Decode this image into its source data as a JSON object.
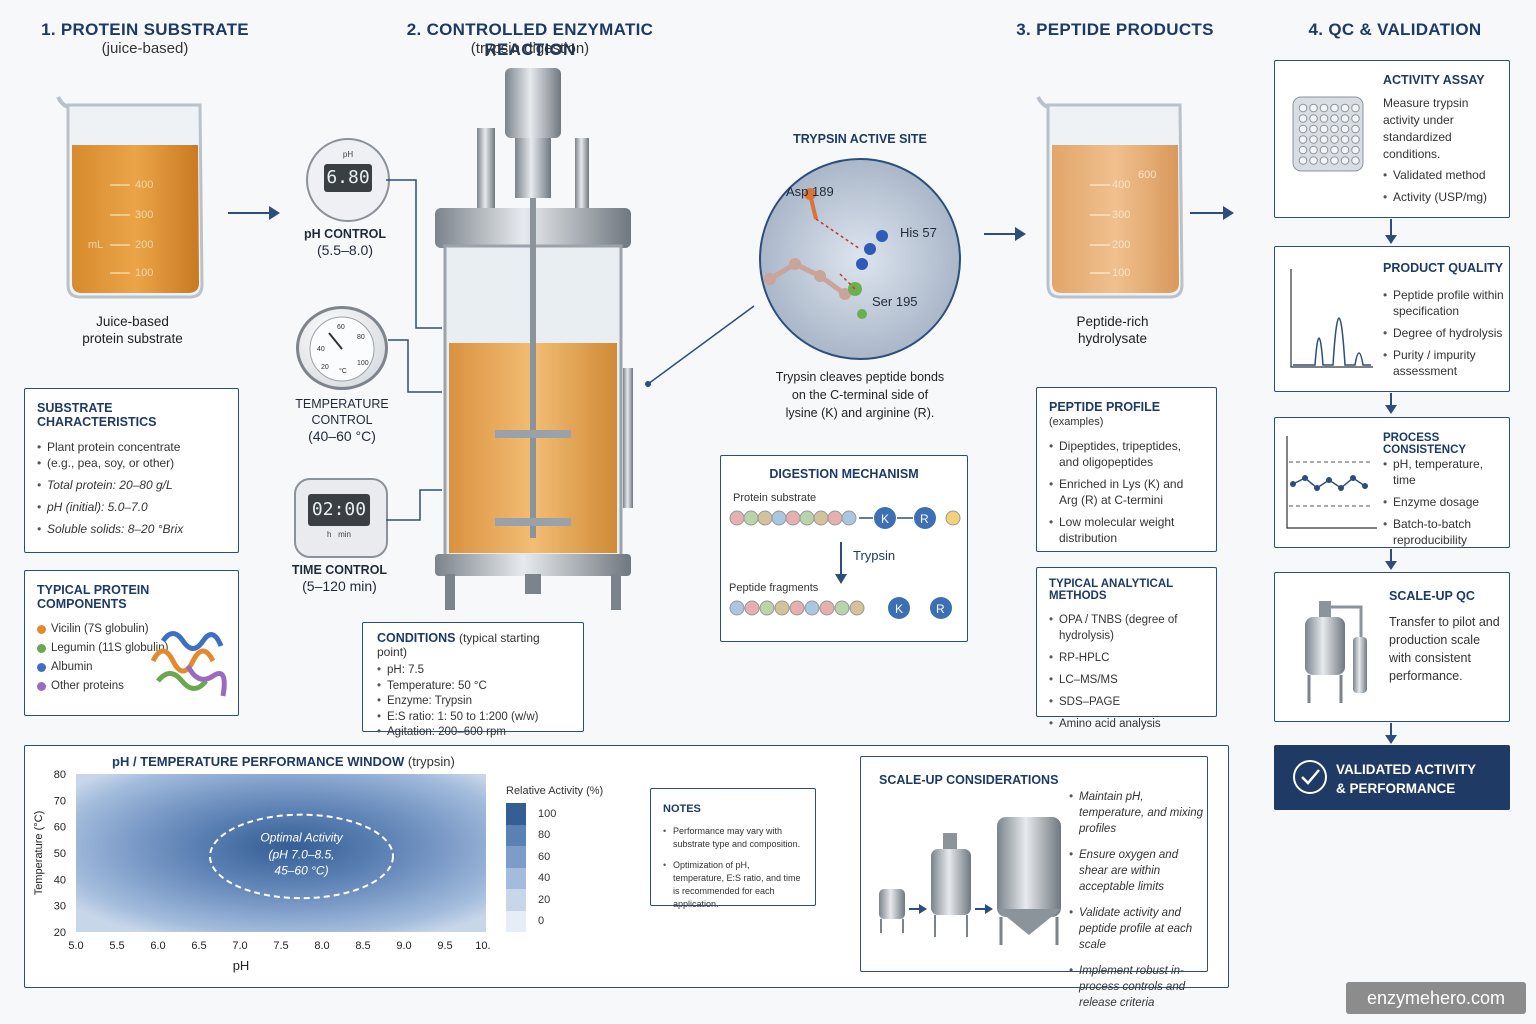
{
  "stage1": {
    "title": "1. PROTEIN SUBSTRATE",
    "subtitle": "(juice-based)",
    "caption1": "Juice-based",
    "caption2": "protein substrate",
    "beaker_unit": "mL",
    "beaker_marks": [
      "400",
      "300",
      "200",
      "100"
    ]
  },
  "stage2": {
    "title": "2. CONTROLLED ENZYMATIC REACTION",
    "subtitle": "(trypsin digestion)"
  },
  "stage3": {
    "title": "3. PEPTIDE PRODUCTS",
    "caption1": "Peptide-rich",
    "caption2": "hydrolysate",
    "beaker_marks": [
      "600",
      "400",
      "300",
      "200",
      "100"
    ]
  },
  "stage4": {
    "title": "4. QC & VALIDATION"
  },
  "ph_control": {
    "display_label": "pH",
    "display": "6.80",
    "label": "pH CONTROL",
    "range": "(5.5–8.0)"
  },
  "temp_control": {
    "label1": "TEMPERATURE",
    "label2": "CONTROL",
    "range": "(40–60 °C)",
    "dial": [
      "60",
      "40",
      "80",
      "20",
      "100",
      "°C"
    ]
  },
  "time_control": {
    "display": "02:00",
    "units": "h   min",
    "label": "TIME CONTROL",
    "range": "(5–120 min)"
  },
  "substrate": {
    "title": "SUBSTRATE CHARACTERISTICS",
    "items": [
      "Plant protein concentrate",
      "(e.g., pea, soy, or other)",
      "Total protein: 20–80 g/L",
      "pH (initial): 5.0–7.0",
      "Soluble solids: 8–20 °Brix"
    ]
  },
  "components": {
    "title": "TYPICAL PROTEIN COMPONENTS",
    "items": [
      {
        "label": "Vicilin (7S globulin)",
        "color": "#e38b2c"
      },
      {
        "label": "Legumin (11S globulin)",
        "color": "#6aa84f"
      },
      {
        "label": "Albumin",
        "color": "#3d6fc2"
      },
      {
        "label": "Other proteins",
        "color": "#9b6bc0"
      }
    ]
  },
  "conditions": {
    "title": "CONDITIONS",
    "title_note": "(typical starting point)",
    "items": [
      "pH: 7.5",
      "Temperature: 50 °C",
      "Enzyme: Trypsin",
      "E:S ratio: 1: 50 to 1:200 (w/w)",
      "Agitation: 200–600 rpm"
    ]
  },
  "active_site": {
    "title": "TRYPSIN ACTIVE SITE",
    "asp": "Asp 189",
    "his": "His 57",
    "ser": "Ser 195",
    "caption": [
      "Trypsin cleaves peptide bonds",
      "on the C-terminal side of",
      "lysine (K) and arginine (R)."
    ]
  },
  "mechanism": {
    "title": "DIGESTION MECHANISM",
    "substrate_label": "Protein substrate",
    "enzyme": "Trypsin",
    "fragments_label": "Peptide fragments",
    "k": "K",
    "r": "R"
  },
  "peptide_profile": {
    "title": "PEPTIDE PROFILE",
    "title_note": "(examples)",
    "items": [
      "Dipeptides, tripeptides, and oligopeptides",
      "Enriched in Lys (K) and Arg (R) at C-termini",
      "Low molecular weight distribution"
    ]
  },
  "methods": {
    "title": "TYPICAL ANALYTICAL METHODS",
    "items": [
      "OPA / TNBS (degree of hydrolysis)",
      "RP-HPLC",
      "LC–MS/MS",
      "SDS–PAGE",
      "Amino acid analysis"
    ]
  },
  "activity_assay": {
    "title": "ACTIVITY ASSAY",
    "text": "Measure trypsin activity under standardized conditions.",
    "items": [
      "Validated method",
      "Activity (USP/mg)"
    ]
  },
  "product_quality": {
    "title": "PRODUCT QUALITY",
    "items": [
      "Peptide profile within specification",
      "Degree of hydrolysis",
      "Purity / impurity assessment"
    ]
  },
  "process_consistency": {
    "title": "PROCESS CONSISTENCY",
    "items": [
      "pH, temperature, time",
      "Enzyme dosage",
      "Batch-to-batch reproducibility"
    ]
  },
  "scaleup_qc": {
    "title": "SCALE-UP QC",
    "text": "Transfer to pilot and production scale with consistent performance."
  },
  "validated": {
    "line1": "VALIDATED ACTIVITY",
    "line2": "& PERFORMANCE"
  },
  "chart_data": {
    "type": "heatmap",
    "title": "pH / TEMPERATURE PERFORMANCE WINDOW",
    "title_note": "(trypsin)",
    "xlabel": "pH",
    "ylabel": "Temperature (°C)",
    "xlim": [
      5.0,
      10.0
    ],
    "ylim": [
      20,
      80
    ],
    "x_ticks": [
      "5.0",
      "5.5",
      "6.0",
      "6.5",
      "7.0",
      "7.5",
      "8.0",
      "8.5",
      "9.0",
      "9.5",
      "10.0"
    ],
    "y_ticks": [
      "80",
      "70",
      "60",
      "50",
      "40",
      "30",
      "20"
    ],
    "optimum": {
      "label": "Optimal Activity",
      "range_text": [
        "(pH 7.0–8.5,",
        "45–60 °C)"
      ],
      "ph": [
        7.0,
        8.5
      ],
      "temp": [
        45,
        60
      ]
    },
    "legend": {
      "title": "Relative Activity (%)",
      "levels": [
        "100",
        "80",
        "60",
        "40",
        "20",
        "0"
      ],
      "colors": [
        "#355e95",
        "#5b80b3",
        "#7d9cc8",
        "#a3bcdc",
        "#c8d6ea",
        "#e6edf6"
      ]
    }
  },
  "notes": {
    "title": "NOTES",
    "items": [
      "Performance may vary with substrate type and composition.",
      "Optimization of pH, temperature, E:S ratio, and time is recommended for each application."
    ]
  },
  "scaleup": {
    "title": "SCALE-UP CONSIDERATIONS",
    "items": [
      "Maintain pH, temperature, and mixing profiles",
      "Ensure oxygen and shear are within acceptable limits",
      "Validate activity and peptide profile at each scale",
      "Implement robust in-process controls and release criteria"
    ]
  },
  "watermark": "enzymehero.com"
}
